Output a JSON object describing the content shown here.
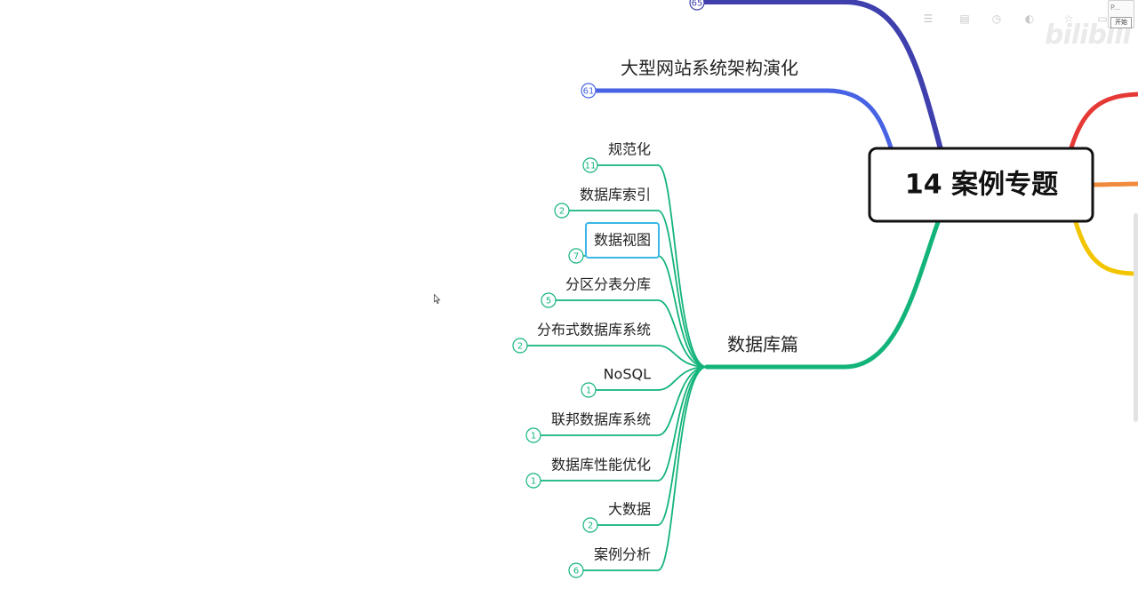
{
  "central_topic": {
    "label": "14 案例专题"
  },
  "top_branch": {
    "count": "65",
    "color": "#3f3fae"
  },
  "website_branch": {
    "label": "大型网站系统架构演化",
    "count": "61",
    "color": "#4763e4"
  },
  "database_branch": {
    "label": "数据库篇",
    "color": "#12b47a",
    "children": [
      {
        "label": "规范化",
        "count": "11"
      },
      {
        "label": "数据库索引",
        "count": "2"
      },
      {
        "label": "数据视图",
        "count": "7",
        "selected": true
      },
      {
        "label": "分区分表分库",
        "count": "5"
      },
      {
        "label": "分布式数据库系统",
        "count": "2"
      },
      {
        "label": "NoSQL",
        "count": "1"
      },
      {
        "label": "联邦数据库系统",
        "count": "1"
      },
      {
        "label": "数据库性能优化",
        "count": "1"
      },
      {
        "label": "大数据",
        "count": "2"
      },
      {
        "label": "案例分析",
        "count": "6"
      }
    ]
  },
  "right_branches": [
    {
      "color": "#e53935"
    },
    {
      "color": "#f08a3c"
    },
    {
      "color": "#f2c500"
    }
  ],
  "toolbar": {
    "icons": [
      "outline-icon",
      "document-icon",
      "history-icon",
      "theme-icon",
      "star-icon",
      "window-icon"
    ]
  },
  "mini_panel": {
    "text": "P...",
    "button": "开始"
  },
  "watermark": "bilibili"
}
